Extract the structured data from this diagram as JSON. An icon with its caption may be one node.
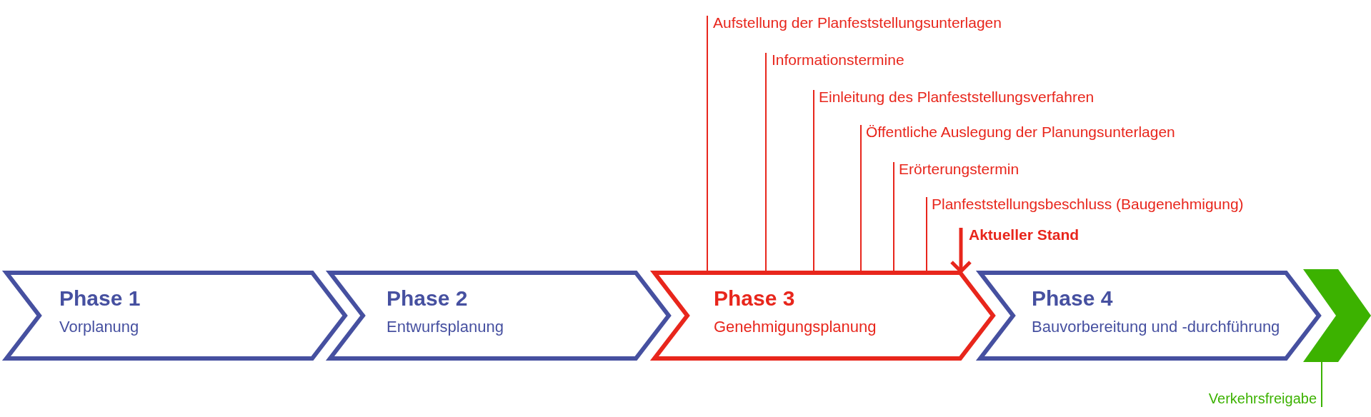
{
  "diagram": {
    "nodes": [
      {
        "text": [
          "Aufstellung der Planfeststellungsunterlagen"
        ]
      },
      {
        "text": [
          "Informationstermine"
        ]
      },
      {
        "text": [
          "Einleitung des Planfeststellungsverfahren"
        ]
      },
      {
        "text": [
          "Öffentliche Auslegung der Planungsunterlagen"
        ]
      },
      {
        "text": [
          "Erörterungstermin"
        ]
      },
      {
        "text": [
          "Planfeststellungsbeschluss (Baugenehmigung)"
        ]
      },
      {
        "text": [
          "Aktueller Stand"
        ]
      },
      {
        "text": [
          "Phase 1",
          "Vorplanung"
        ]
      },
      {
        "text": [
          "Phase 2",
          "Entwurfsplanung"
        ]
      },
      {
        "text": [
          "Phase 3",
          "Genehmigungsplanung"
        ]
      },
      {
        "text": [
          "Phase 4",
          "Bauvorbereitung und -durchführung"
        ]
      },
      {
        "text": [],
        "shape": "chevron"
      },
      {
        "text": [
          "Verkehrsfreigabe"
        ]
      }
    ],
    "edges": [
      {
        "from": 0,
        "to": 9,
        "arrow": "none"
      },
      {
        "from": 1,
        "to": 9,
        "arrow": "none"
      },
      {
        "from": 2,
        "to": 9,
        "arrow": "none"
      },
      {
        "from": 3,
        "to": 9,
        "arrow": "none"
      },
      {
        "from": 4,
        "to": 9,
        "arrow": "none"
      },
      {
        "from": 5,
        "to": 9,
        "arrow": "none"
      },
      {
        "from": 6,
        "to": 9,
        "arrow": "to",
        "style": "thick"
      },
      {
        "from": 12,
        "to": 11,
        "arrow": "none",
        "color": "#3cb200"
      }
    ]
  }
}
